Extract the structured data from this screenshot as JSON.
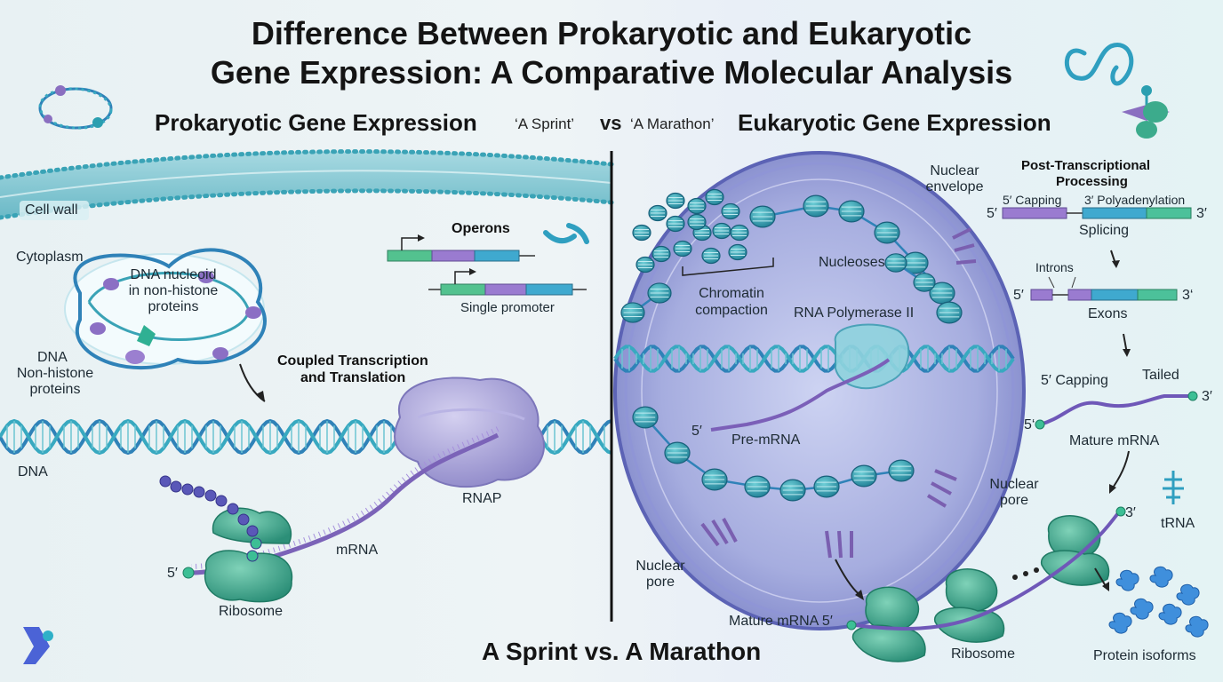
{
  "title_line1": "Difference Between Prokaryotic and Eukaryotic",
  "title_line2": "Gene Expression: A Comparative Molecular Analysis",
  "subtitle_left": "Prokaryotic Gene Expression",
  "subtitle_right": "Eukaryotic Gene Expression",
  "quote_left": "‘A Sprint’",
  "vs_label": "vs",
  "quote_right": "‘A Marathon’",
  "footer": "A Sprint  vs. A Marathon",
  "prokaryote": {
    "cell_wall": "Cell wall",
    "cytoplasm": "Cytoplasm",
    "nucleoid_line1": "DNA nucleoid",
    "nucleoid_line2": "in non-histone",
    "nucleoid_line3": "proteins",
    "dna_small": "DNA",
    "nonhistone_line1": "Non-histone",
    "nonhistone_line2": "proteins",
    "operons": "Operons",
    "single_promoter": "Single promoter",
    "coupled_line1": "Coupled Transcription",
    "coupled_line2": "and Translation",
    "dna": "DNA",
    "rnap": "RNAP",
    "mrna": "mRNA",
    "five_prime": "5′",
    "ribosome": "Ribosome"
  },
  "eukaryote": {
    "nuclear_envelope_line1": "Nuclear",
    "nuclear_envelope_line2": "envelope",
    "nucleosomes": "Nucleoses",
    "chromatin_line1": "Chromatin",
    "chromatin_line2": "compaction",
    "rna_pol": "RNA Polymerase II",
    "five_prime": "5′",
    "pre_mrna": "Pre-mRNA",
    "nuclear_pore_right_line1": "Nuclear",
    "nuclear_pore_right_line2": "pore",
    "nuclear_pore_left_line1": "Nuclear",
    "nuclear_pore_left_line2": "pore",
    "ptp_line1": "Post-Transcriptional",
    "ptp_line2": "Processing",
    "capping": "5′ Capping",
    "polyadenylation": "3′ Polyadenylation",
    "five_a": "5′",
    "three_a": "3′",
    "splicing": "Splicing",
    "introns": "Introns",
    "five_b": "5′",
    "three_b": "3‘",
    "exons": "Exons",
    "capping2": "5′ Capping",
    "tailed": "Tailed",
    "five_c": "5‘",
    "three_c": "3′",
    "mature_mrna": "Mature mRNA",
    "trna": "tRNA",
    "three_d": "3′",
    "mature_mrna_5": "Mature mRNA 5′",
    "ribosome": "Ribosome",
    "protein_isoforms": "Protein isoforms"
  },
  "colors": {
    "teal": "#2a9fb0",
    "blue": "#2f7fbf",
    "purple": "#8a6fc0",
    "green": "#3cab8c",
    "nucleus": "#8f95d6"
  }
}
